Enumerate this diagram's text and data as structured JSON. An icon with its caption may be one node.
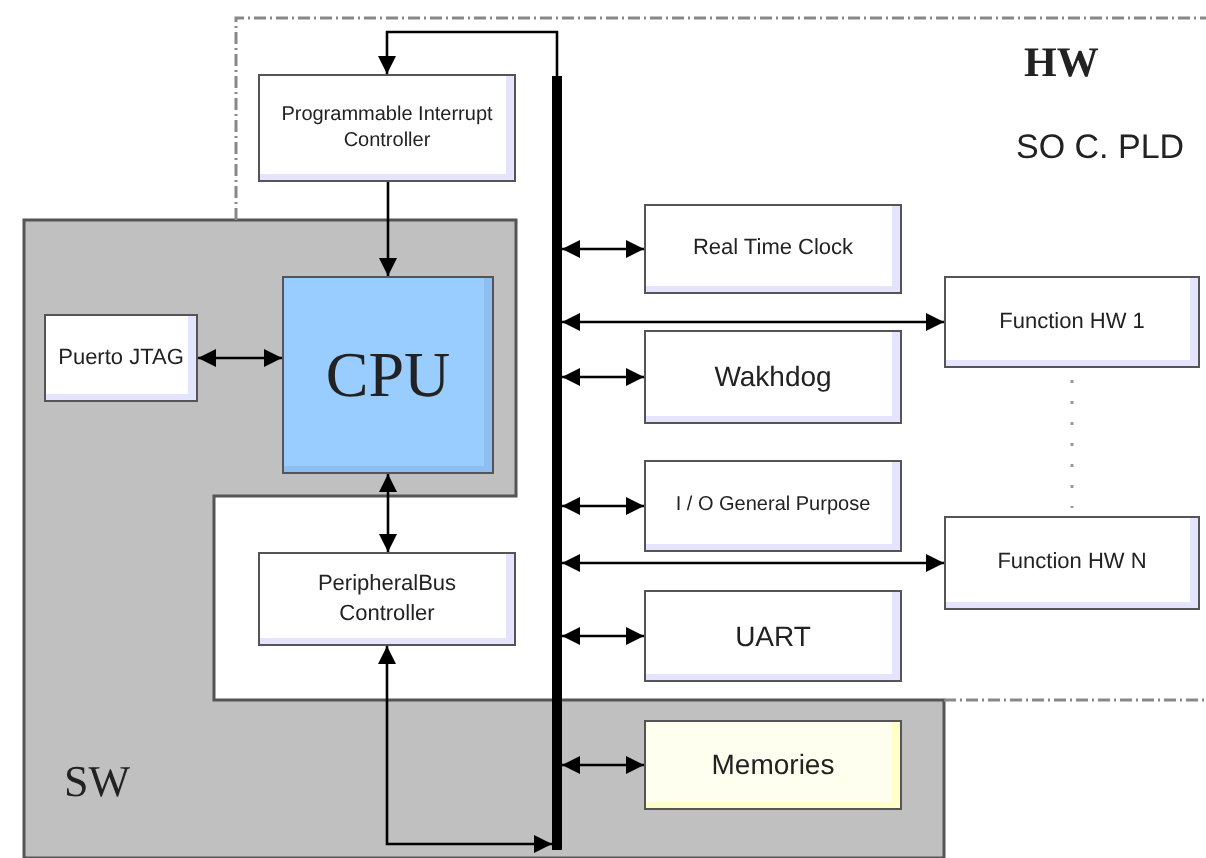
{
  "diagram": {
    "nodes": [
      {
        "text": [
          "Programmable Interrupt Controller"
        ]
      },
      {
        "text": [
          "Puerto JTAG"
        ]
      },
      {
        "text": [
          "CPU"
        ]
      },
      {
        "text": [],
        "shape": "bar"
      },
      {
        "text": [
          "Real Time Clock"
        ]
      },
      {
        "text": [
          "Function HW 1"
        ]
      },
      {
        "text": [
          "Wakhdog"
        ]
      },
      {
        "text": [
          "I / O General Purpose"
        ]
      },
      {
        "text": [
          "Function HW N"
        ]
      },
      {
        "text": [
          "PeripheralBus Controller"
        ]
      },
      {
        "text": [
          "UART"
        ]
      },
      {
        "text": [
          "Memories"
        ]
      }
    ],
    "edges": [
      {
        "from": 3,
        "to": 0,
        "arrow": "to"
      },
      {
        "from": 0,
        "to": 2,
        "arrow": "to"
      },
      {
        "from": 1,
        "to": 2,
        "arrow": "both"
      },
      {
        "from": 2,
        "to": 9,
        "arrow": "both"
      },
      {
        "from": 9,
        "to": 3,
        "arrow": "both"
      },
      {
        "from": 3,
        "to": 4,
        "arrow": "both"
      },
      {
        "from": 3,
        "to": 5,
        "arrow": "both"
      },
      {
        "from": 3,
        "to": 6,
        "arrow": "both"
      },
      {
        "from": 3,
        "to": 7,
        "arrow": "both"
      },
      {
        "from": 3,
        "to": 8,
        "arrow": "both"
      },
      {
        "from": 3,
        "to": 10,
        "arrow": "both"
      },
      {
        "from": 3,
        "to": 11,
        "arrow": "both"
      }
    ],
    "labels": [
      "HW",
      "SO C. PLD",
      "SW"
    ]
  }
}
